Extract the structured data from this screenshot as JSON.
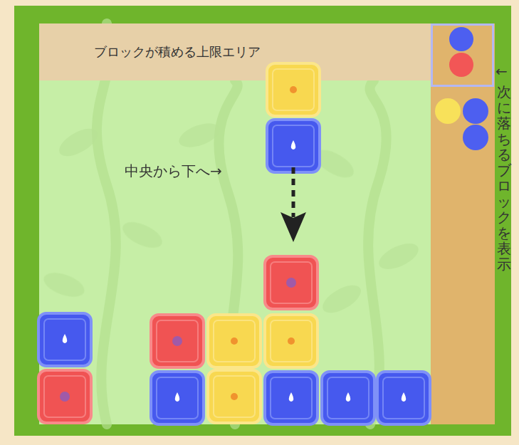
{
  "diagram": {
    "nodes": [
      {
        "text": [
          "ブロックが積める上限エリア"
        ]
      }
    ],
    "labels": [
      "中央から下へ→",
      "←",
      "次に落ちるブロックを表示"
    ]
  }
}
